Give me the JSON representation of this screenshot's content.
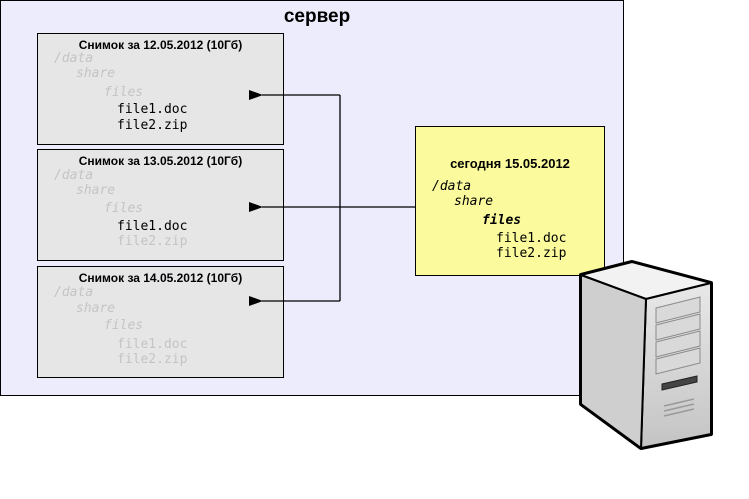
{
  "server": {
    "title": "сервер"
  },
  "snapshots": [
    {
      "title": "Снимок за 12.05.2012 (10Гб)",
      "data": "/data",
      "share": "share",
      "files": "files",
      "file1": "file1.doc",
      "file2": "file2.zip"
    },
    {
      "title": "Снимок за 13.05.2012 (10Гб)",
      "data": "/data",
      "share": "share",
      "files": "files",
      "file1": "file1.doc",
      "file2": "file2.zip"
    },
    {
      "title": "Снимок за 14.05.2012 (10Гб)",
      "data": "/data",
      "share": "share",
      "files": "files",
      "file1": "file1.doc",
      "file2": "file2.zip"
    }
  ],
  "today": {
    "title": "сегодня 15.05.2012",
    "data": "/data",
    "share": "share",
    "files": "files",
    "file1": "file1.doc",
    "file2": "file2.zip"
  },
  "colors": {
    "server_bg": "#ececfc",
    "snapshot_bg": "#e6e6e6",
    "today_bg": "#fbfb9e",
    "ghost_text": "#c4c4c4"
  },
  "icons": {
    "server": "server-tower-icon"
  }
}
